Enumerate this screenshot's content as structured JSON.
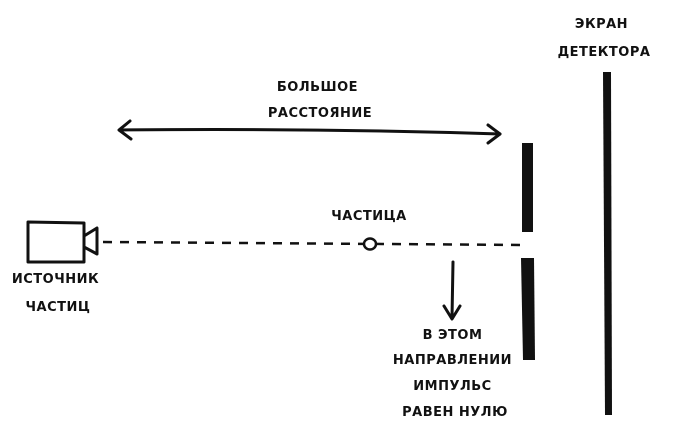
{
  "labels": {
    "detector_screen": [
      "ЭКРАН",
      "ДЕТЕКТОРА"
    ],
    "large_distance": [
      "БОЛЬШОЕ",
      "РАССТОЯНИЕ"
    ],
    "particle": "ЧАСТИЦА",
    "particle_source": [
      "ИСТОЧНИК",
      "ЧАСТИЦ"
    ],
    "momentum_note": [
      "В ЭТОМ",
      "НАПРАВЛЕНИИ",
      "ИМПУЛЬС",
      "РАВЕН НУЛЮ"
    ]
  },
  "colors": {
    "ink": "#111111",
    "background": "#ffffff"
  }
}
